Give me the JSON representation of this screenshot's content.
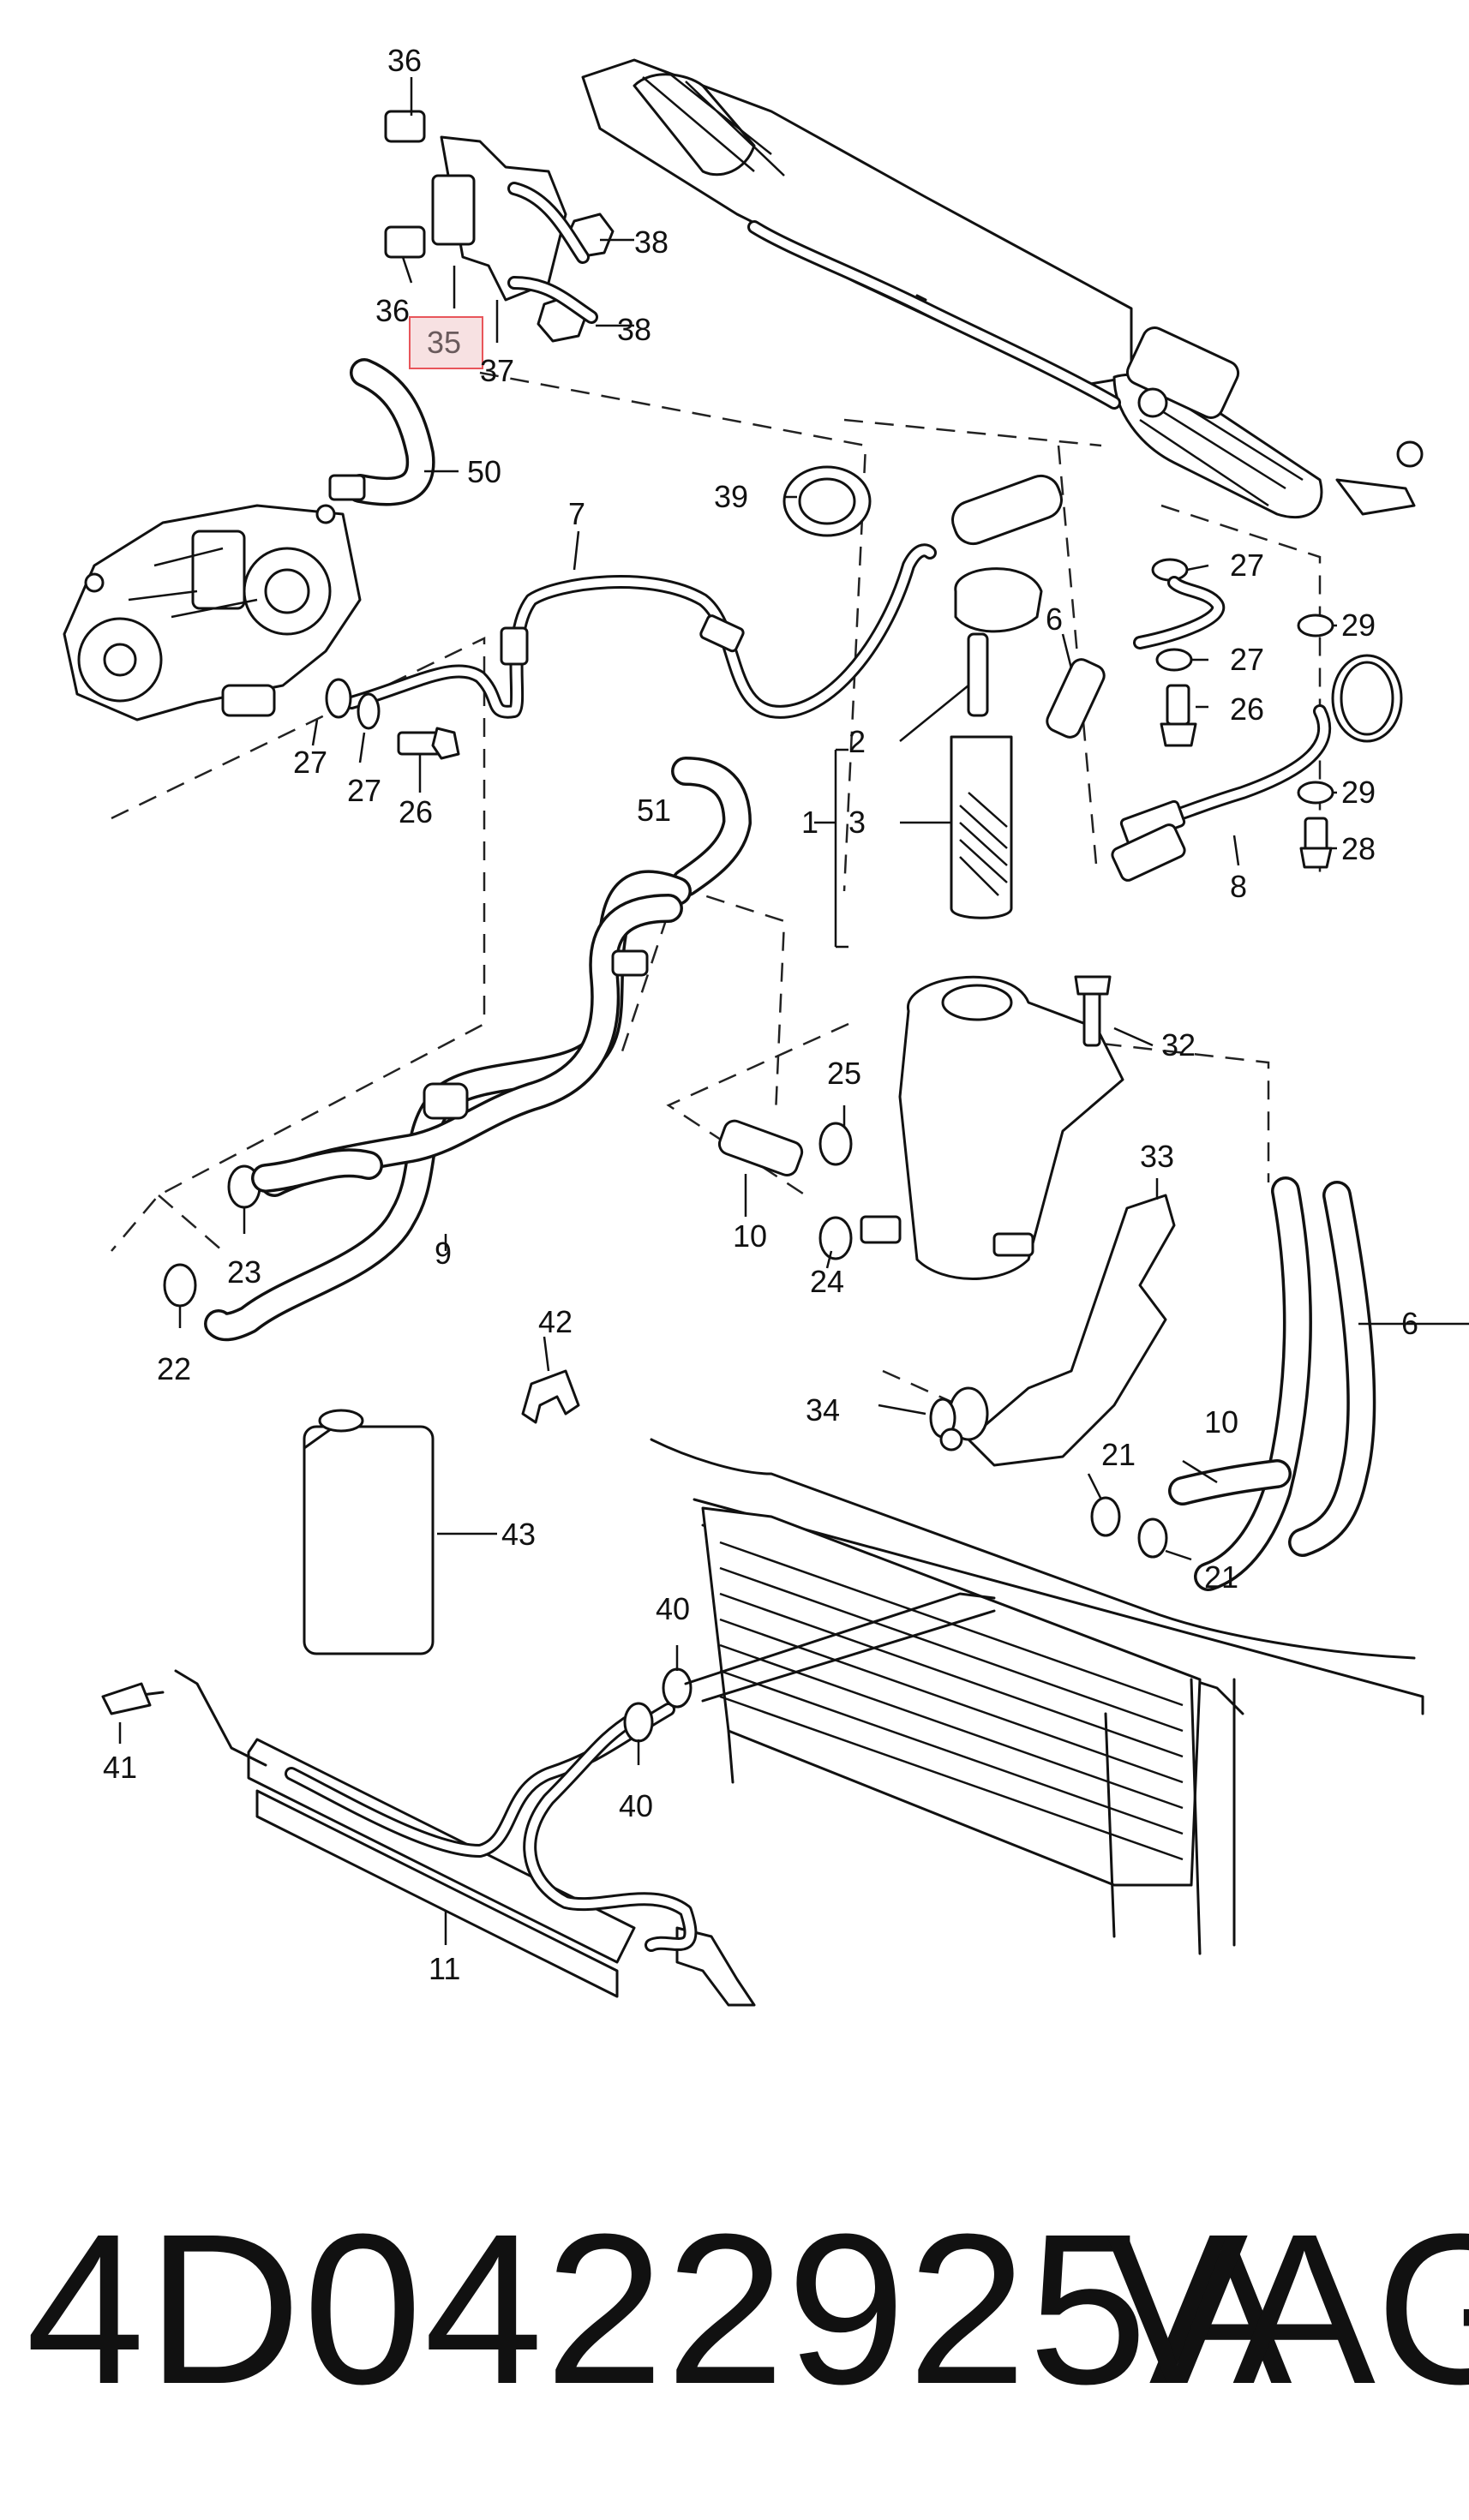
{
  "highlight_color": "#e8555a",
  "callouts": {
    "c1": "1",
    "c2": "2",
    "c3": "3",
    "c6a": "6",
    "c6b": "6",
    "c7": "7",
    "c8": "8",
    "c9": "9",
    "c10a": "10",
    "c10b": "10",
    "c11": "11",
    "c21a": "21",
    "c21b": "21",
    "c22": "22",
    "c23": "23",
    "c24": "24",
    "c25": "25",
    "c26a": "26",
    "c26b": "26",
    "c27a": "27",
    "c27b": "27",
    "c27c": "27",
    "c27d": "27",
    "c28": "28",
    "c29a": "29",
    "c29b": "29",
    "c32": "32",
    "c33": "33",
    "c34": "34",
    "c35": "35",
    "c36a": "36",
    "c36b": "36",
    "c37": "37",
    "c38a": "38",
    "c38b": "38",
    "c39": "39",
    "c40a": "40",
    "c40b": "40",
    "c41": "41",
    "c42": "42",
    "c43": "43",
    "c50": "50",
    "c51": "51"
  },
  "footer": {
    "part_number": "4D0422925A",
    "brand": "VAG"
  }
}
